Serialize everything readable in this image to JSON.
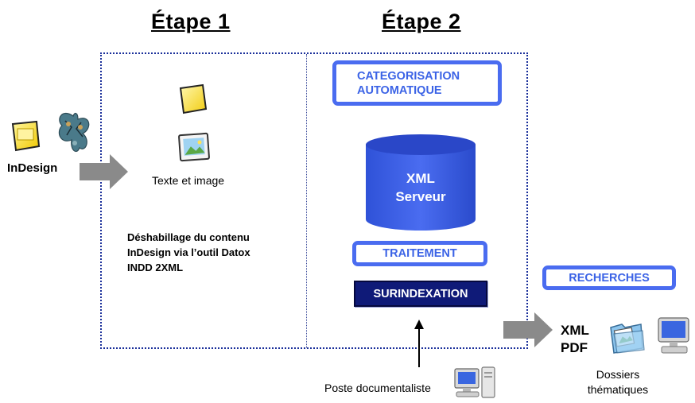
{
  "steps": {
    "step1": "Étape 1",
    "step2": "Étape 2"
  },
  "step1": {
    "input_label": "InDesign",
    "content_caption": "Texte et image",
    "description_lines": [
      "Déshabillage du contenu",
      "InDesign via l’outil Datox",
      "INDD 2XML"
    ]
  },
  "step2": {
    "categorisation_lines": [
      "CATEGORISATION",
      "AUTOMATIQUE"
    ],
    "server_lines": [
      "XML",
      "Serveur"
    ],
    "traitement": "TRAITEMENT",
    "surindexation": "SURINDEXATION",
    "poste": "Poste documentaliste"
  },
  "output": {
    "recherches": "RECHERCHES",
    "formats": [
      "XML",
      "PDF"
    ],
    "dossiers_lines": [
      "Dossiers",
      "thématiques"
    ]
  },
  "colors": {
    "frame": "#1a2f9a",
    "outline_blue": "#4a6cf0",
    "text_blue": "#3b63e6",
    "cylinder_blue": "#3f62e8",
    "dark_navy": "#0f1a78",
    "arrow_gray": "#8a8a8a"
  },
  "icons": [
    "sticky-note-icon",
    "butterfly-icon",
    "picture-icon",
    "folder-picture-icon",
    "computer-icon"
  ]
}
